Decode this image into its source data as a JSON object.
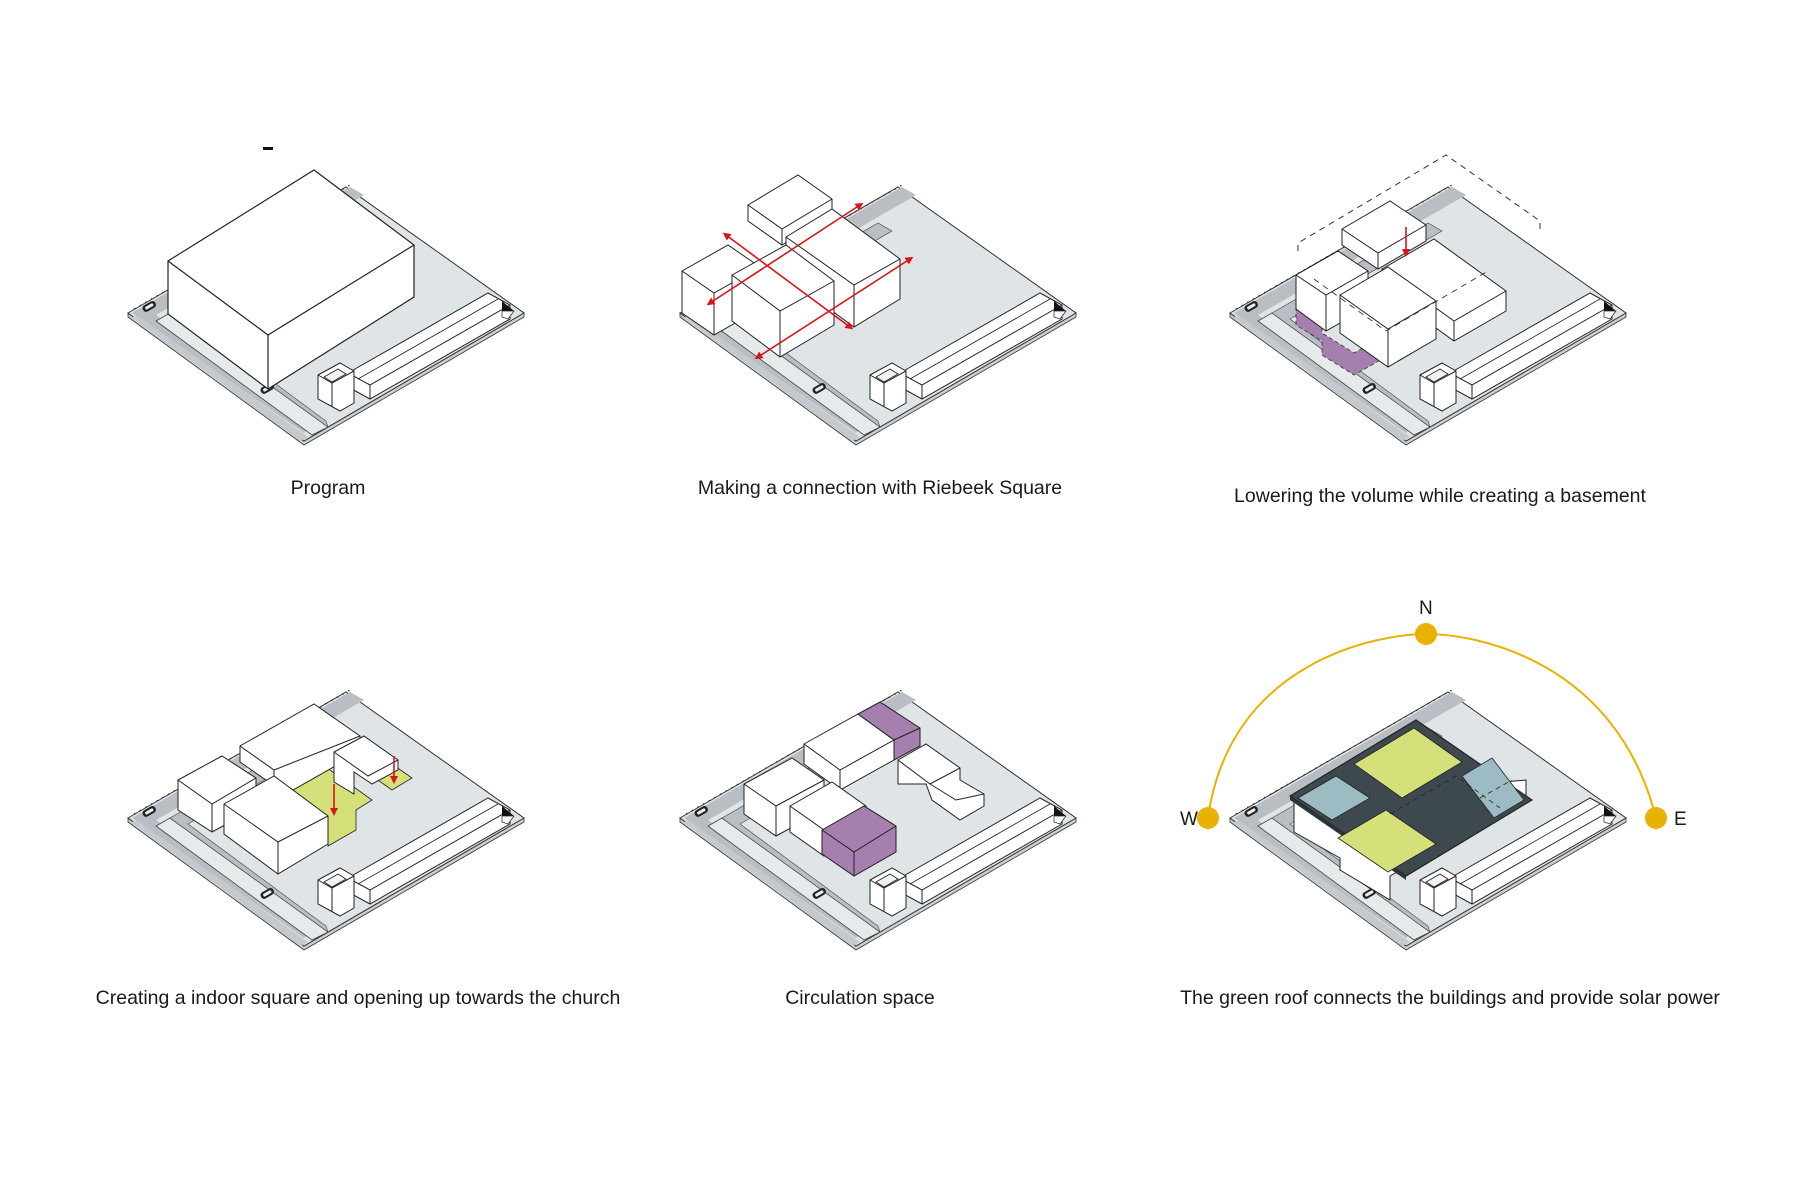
{
  "figure": {
    "panels": [
      {
        "id": "program",
        "caption": "Program",
        "step": 1
      },
      {
        "id": "connection",
        "caption": "Making a connection with Riebeek Square",
        "step": 2
      },
      {
        "id": "lowering",
        "caption": "Lowering the volume while creating a basement",
        "step": 3
      },
      {
        "id": "indoor-square",
        "caption": "Creating a indoor square and opening up towards the church",
        "step": 4
      },
      {
        "id": "circulation",
        "caption": "Circulation space",
        "step": 5
      },
      {
        "id": "green-roof",
        "caption": "The green roof connects the buildings and provide solar power",
        "step": 6
      }
    ],
    "compass": {
      "north": "N",
      "west": "W",
      "east": "E"
    },
    "colors": {
      "plate": "#dfe5e6",
      "road": "#b9bec4",
      "sidewalk": "#e8eced",
      "building": "#ffffff",
      "outline": "#222222",
      "arrow_red": "#d9141b",
      "basement_purple": "#a57fae",
      "green_roof": "#d6e07a",
      "glass_roof": "#9dbbc3",
      "roof_dark": "#3e484f",
      "sun_yellow": "#e9b100"
    }
  }
}
